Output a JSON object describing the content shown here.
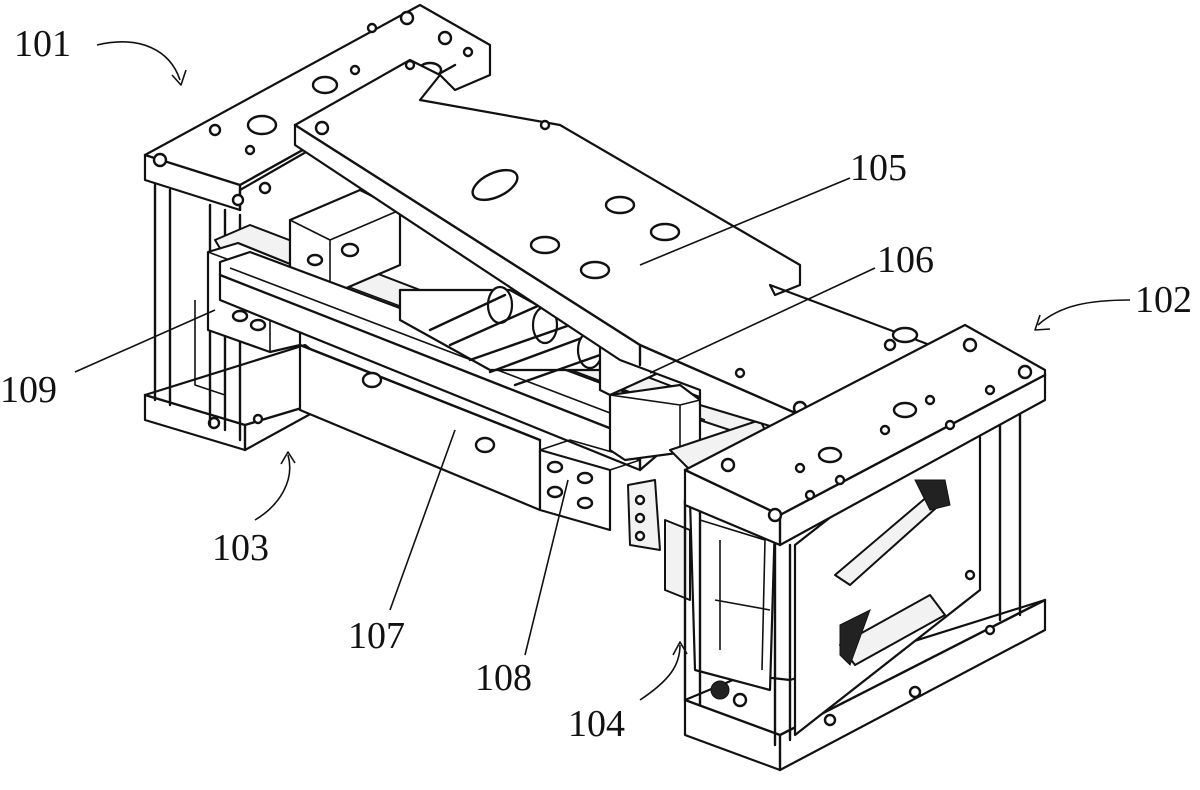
{
  "labels": {
    "l101": "101",
    "l102": "102",
    "l103": "103",
    "l104": "104",
    "l105": "105",
    "l106": "106",
    "l107": "107",
    "l108": "108",
    "l109": "109"
  }
}
